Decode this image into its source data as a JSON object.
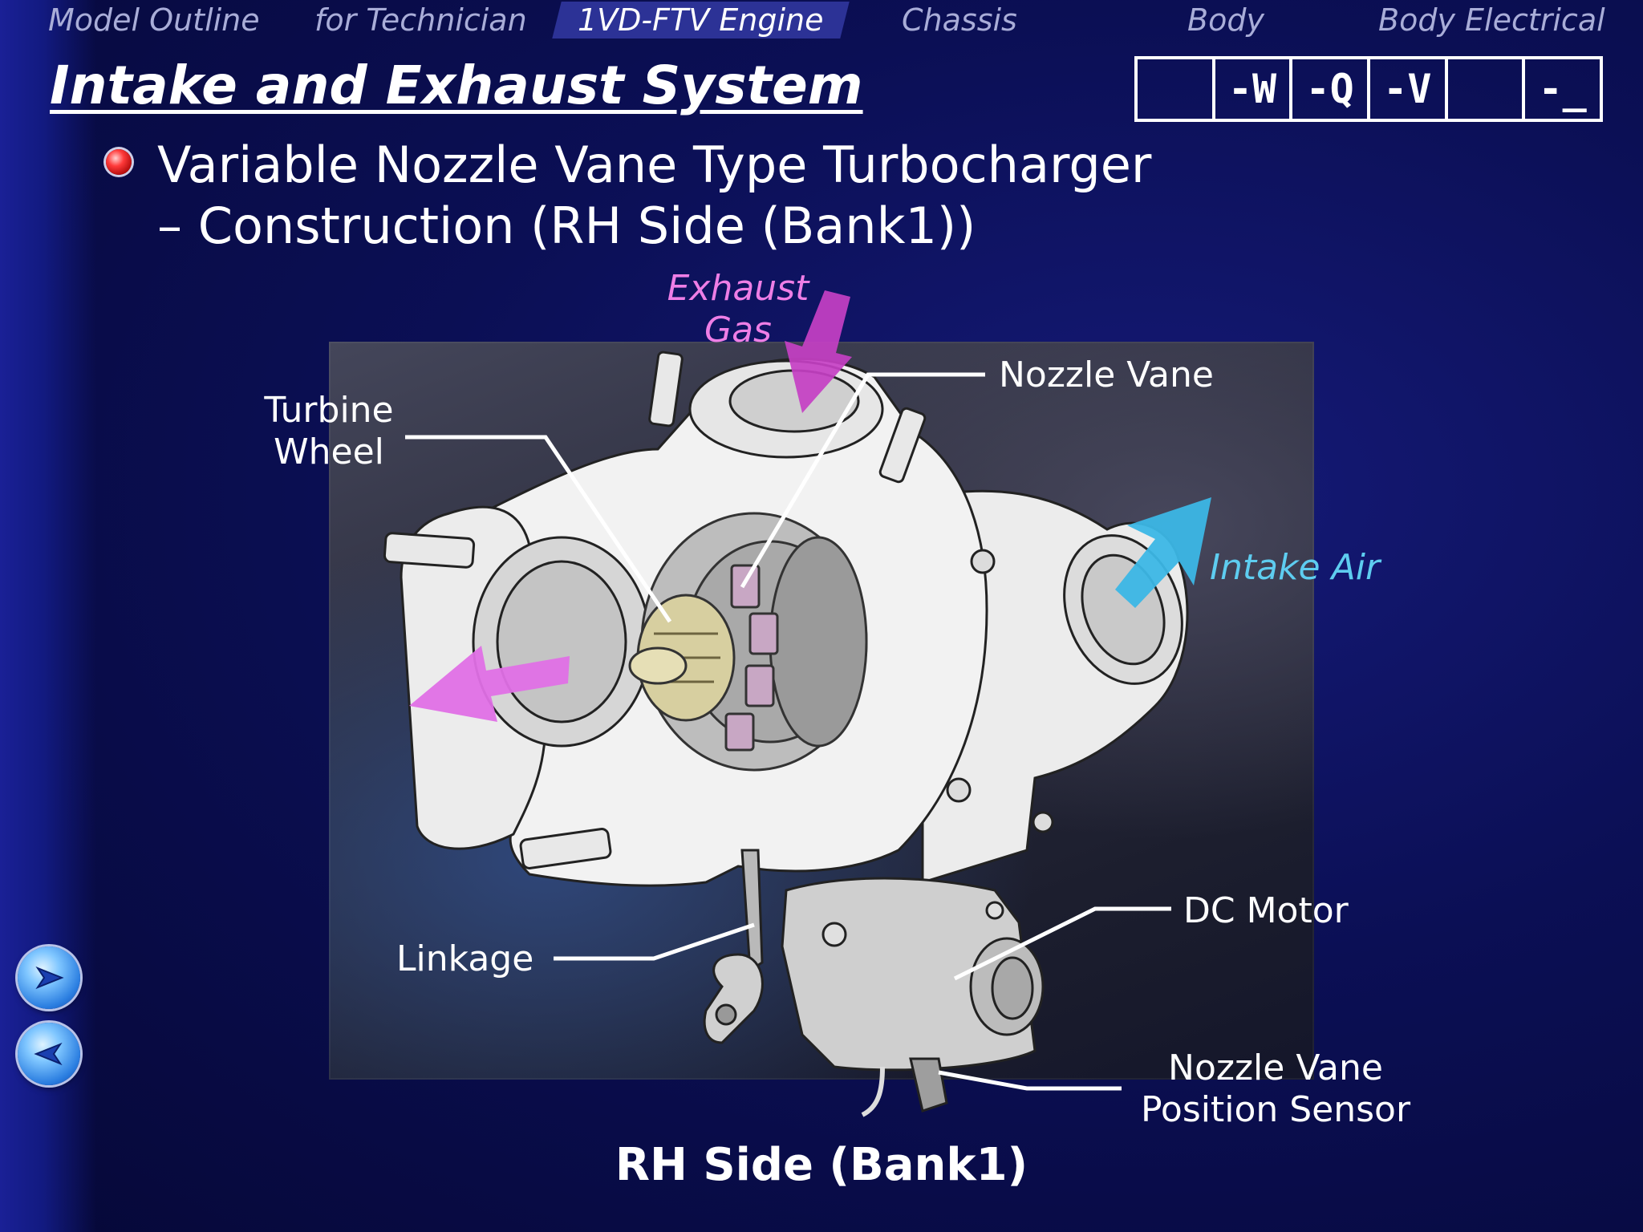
{
  "nav": {
    "tabs": [
      {
        "label": "Model Outline"
      },
      {
        "label": "for Technician"
      },
      {
        "label": "1VD-FTV Engine"
      },
      {
        "label": "Chassis"
      },
      {
        "label": "Body"
      },
      {
        "label": "Body Electrical"
      }
    ],
    "active_index": 2
  },
  "header": {
    "title": "Intake and Exhaust System"
  },
  "keys": [
    "",
    "-W",
    "-Q",
    "-V",
    "",
    "-_"
  ],
  "bullet": {
    "line1": "Variable Nozzle Vane Type Turbocharger",
    "line2": "– Construction (RH Side (Bank1))"
  },
  "labels": {
    "exhaust_gas_1": "Exhaust",
    "exhaust_gas_2": "Gas",
    "nozzle_vane": "Nozzle Vane",
    "turbine_wheel_1": "Turbine",
    "turbine_wheel_2": "Wheel",
    "intake_air": "Intake Air",
    "linkage": "Linkage",
    "dc_motor": "DC Motor",
    "sensor_1": "Nozzle Vane",
    "sensor_2": "Position Sensor"
  },
  "caption": "RH Side (Bank1)",
  "icons": {
    "next": "arrow-right-icon",
    "prev": "arrow-left-icon"
  },
  "colors": {
    "exhaust": "#d94fd0",
    "intake": "#3cb7e6",
    "background": "#0b0f55",
    "active_tab": "#2c3296"
  }
}
